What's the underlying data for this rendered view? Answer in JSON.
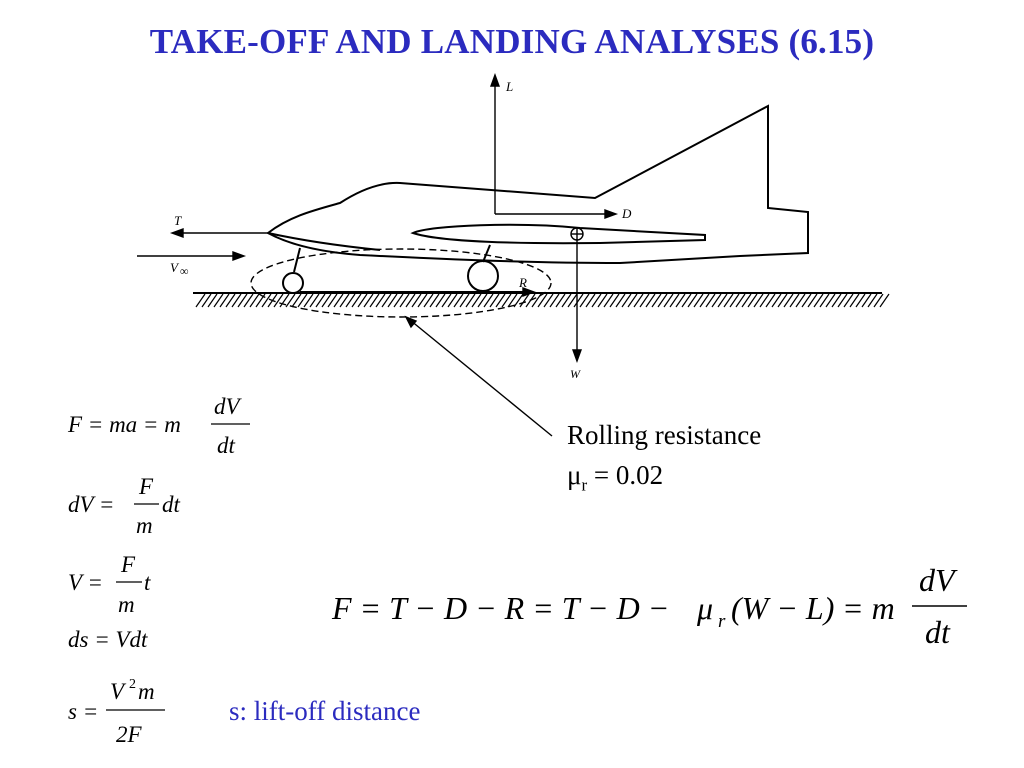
{
  "slide": {
    "title": "TAKE-OFF AND LANDING ANALYSES (6.15)",
    "colors": {
      "title": "#2b2bbf",
      "note": "#2b2bbf",
      "text": "#000000"
    }
  },
  "diagram": {
    "labels": {
      "lift": "L",
      "drag": "D",
      "thrust": "T",
      "freestream_symbol": "V",
      "freestream_subscript": "∞",
      "rolling_force": "R",
      "weight": "W"
    }
  },
  "annotation": {
    "line1": "Rolling resistance",
    "mu_symbol": "μ",
    "mu_sub": "r",
    "mu_value": " = 0.02"
  },
  "equations": {
    "eq1": {
      "lhs": "F = ma = m",
      "num": "dV",
      "den": "dt"
    },
    "eq2": {
      "lhs": "dV =",
      "num": "F",
      "den": "m",
      "rhs": "dt"
    },
    "eq3": {
      "lhs": "V =",
      "num": "F",
      "den": "m",
      "rhs": "t"
    },
    "eq4": {
      "text": "ds = Vdt"
    },
    "eq5": {
      "lhs": "s =",
      "num_base": "V",
      "num_exp": "2",
      "num_tail": "m",
      "den": "2F"
    },
    "main": {
      "lhs": "F = T − D − R = T − D − ",
      "mu": "μ",
      "mu_sub": "r",
      "paren": "(W − L)",
      "mid": " = m",
      "num": "dV",
      "den": "dt"
    }
  },
  "note": {
    "text": "s: lift-off distance"
  }
}
